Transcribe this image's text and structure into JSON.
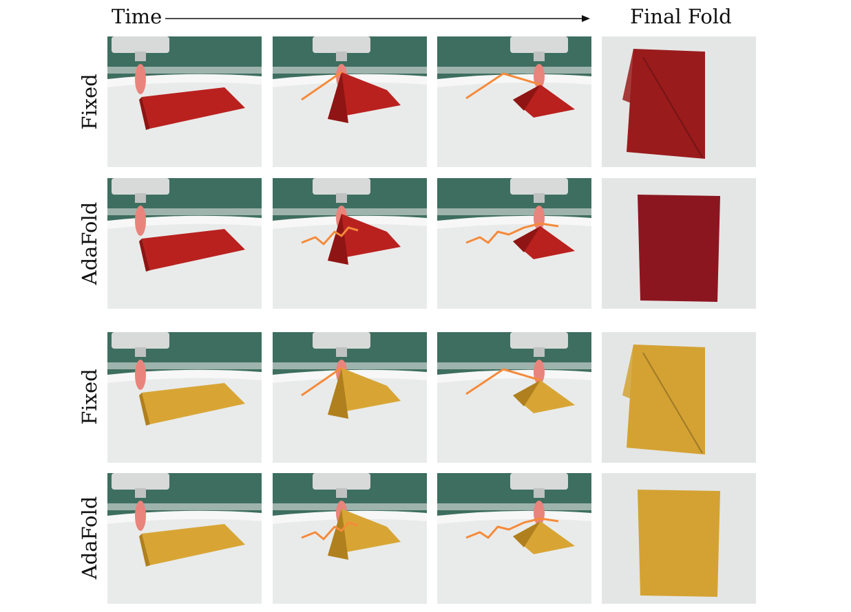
{
  "header": {
    "time_label": "Time",
    "final_label": "Final Fold"
  },
  "rows": [
    {
      "label": "Fixed",
      "cloth_color": "#b9211f",
      "cloth_shade": "#8e1513",
      "fold_color": "#9a1b1c",
      "traj": "fixed"
    },
    {
      "label": "AdaFold",
      "cloth_color": "#b9211f",
      "cloth_shade": "#8e1513",
      "fold_color": "#8c1620",
      "traj": "adafold"
    },
    {
      "label": "Fixed",
      "cloth_color": "#d8a535",
      "cloth_shade": "#b0801e",
      "fold_color": "#d4a233",
      "traj": "fixed"
    },
    {
      "label": "AdaFold",
      "cloth_color": "#d8a535",
      "cloth_shade": "#b0801e",
      "fold_color": "#d4a233",
      "traj": "adafold"
    }
  ],
  "colors": {
    "trajectory": "#f58a3a",
    "gripper": "#e9847c",
    "table": "#e9ebea",
    "wall": "#3d6e5f"
  }
}
